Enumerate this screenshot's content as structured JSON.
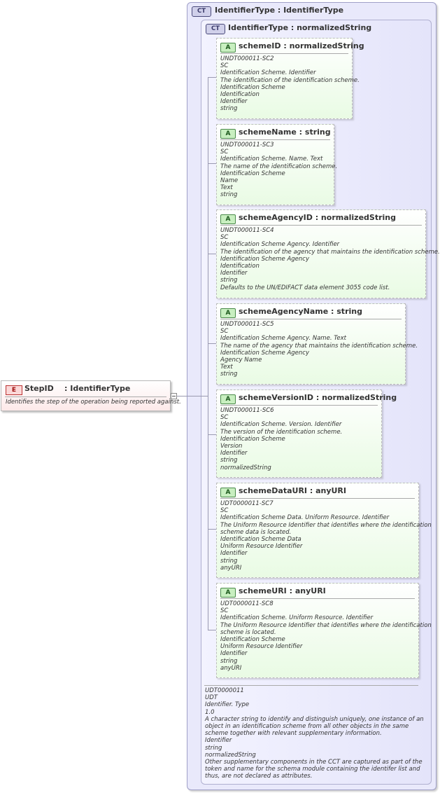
{
  "element": {
    "badge": "E",
    "title": "StepID    : IdentifierType",
    "doc": "Identifies the step of the operation being reported against."
  },
  "outer_type": {
    "badge": "CT",
    "title": "IdentifierType : IdentifierType"
  },
  "inner_type": {
    "badge": "CT",
    "title": "IdentifierType : normalizedString"
  },
  "attributes": [
    {
      "badge": "A",
      "title": "schemeID : normalizedString",
      "doc": [
        "UNDT000011-SC2",
        "SC",
        "Identification Scheme. Identifier",
        "The identification of the identification scheme.",
        "Identification Scheme",
        "Identification",
        "Identifier",
        "string"
      ]
    },
    {
      "badge": "A",
      "title": "schemeName : string",
      "doc": [
        "UNDT000011-SC3",
        "SC",
        "Identification Scheme. Name. Text",
        "The name of the identification scheme.",
        "Identification Scheme",
        "Name",
        "Text",
        "string"
      ]
    },
    {
      "badge": "A",
      "title": "schemeAgencyID : normalizedString",
      "doc": [
        "UNDT000011-SC4",
        "SC",
        "Identification Scheme Agency. Identifier",
        "The identification of the agency that maintains the identification scheme.",
        "Identification Scheme Agency",
        "Identification",
        "Identifier",
        "string",
        "Defaults to the UN/EDIFACT data element 3055 code list."
      ]
    },
    {
      "badge": "A",
      "title": "schemeAgencyName : string",
      "doc": [
        "UNDT000011-SC5",
        "SC",
        "Identification Scheme Agency. Name. Text",
        "The name of the agency that maintains the identification scheme.",
        "Identification Scheme Agency",
        "Agency Name",
        "Text",
        "string"
      ]
    },
    {
      "badge": "A",
      "title": "schemeVersionID : normalizedString",
      "doc": [
        "UNDT000011-SC6",
        "SC",
        "Identification Scheme. Version. Identifier",
        "The version of the identification scheme.",
        "Identification Scheme",
        "Version",
        "Identifier",
        "string",
        "normalizedString"
      ]
    },
    {
      "badge": "A",
      "title": "schemeDataURI : anyURI",
      "doc": [
        "UDT0000011-SC7",
        "SC",
        "Identification Scheme Data. Uniform Resource. Identifier",
        "The Uniform Resource Identifier that identifies where the identification",
        "scheme data is located.",
        "Identification Scheme Data",
        "Uniform Resource Identifier",
        "Identifier",
        "string",
        "anyURI"
      ]
    },
    {
      "badge": "A",
      "title": "schemeURI : anyURI",
      "doc": [
        "UDT0000011-SC8",
        "SC",
        "Identification Scheme. Uniform Resource. Identifier",
        "The Uniform Resource Identifier that identifies where the identification",
        "scheme is located.",
        "Identification Scheme",
        "Uniform Resource Identifier",
        "Identifier",
        "string",
        "anyURI"
      ]
    }
  ],
  "type_doc": [
    "UDT0000011",
    "UDT",
    "Identifier. Type",
    "1.0",
    "A character string to identify and distinguish uniquely, one instance of an object in an identification scheme from all other objects in the same scheme together with relevant supplementary information.",
    "Identifier",
    "string",
    "normalizedString",
    "Other supplementary components in the CCT are captured as part of the token and name for the schema module containing the identifer list and thus, are not declared as attributes."
  ]
}
